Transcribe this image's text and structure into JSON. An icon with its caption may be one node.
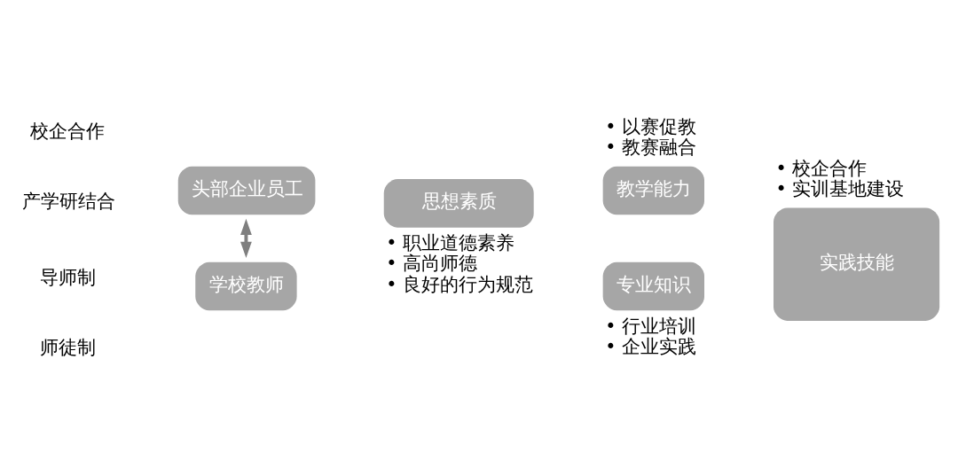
{
  "diagram": {
    "nodes": [
      {
        "text": [
          "头部企业员工"
        ]
      },
      {
        "text": [
          "学校教师"
        ]
      },
      {
        "text": [
          "思想素质"
        ],
        "beside": [
          "• 职业道德素养",
          "• 高尚师德",
          "• 良好的行为规范"
        ]
      },
      {
        "text": [
          "教学能力"
        ],
        "beside": [
          "• 以赛促教",
          "• 教赛融合"
        ]
      },
      {
        "text": [
          "专业知识"
        ],
        "beside": [
          "• 行业培训",
          "• 企业实践"
        ]
      },
      {
        "text": [
          "实践技能"
        ],
        "beside": [
          "• 校企合作",
          "• 实训基地建设"
        ]
      }
    ],
    "edges": [
      {
        "from": 0,
        "to": 1,
        "arrow": "both"
      }
    ],
    "labels": [
      "校企合作",
      "导师制",
      "产学研结合",
      "师徒制"
    ]
  }
}
